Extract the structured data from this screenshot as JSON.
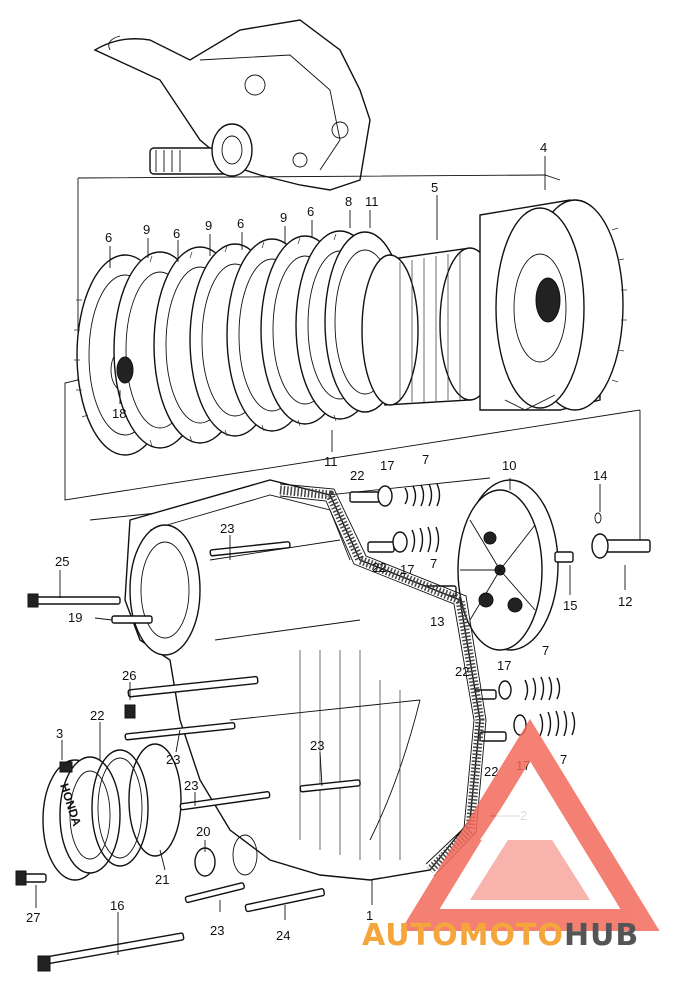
{
  "diagram": {
    "callouts": [
      "1",
      "2",
      "3",
      "4",
      "5",
      "6",
      "7",
      "8",
      "9",
      "10",
      "11",
      "12",
      "13",
      "14",
      "15",
      "16",
      "17",
      "18",
      "19",
      "20",
      "21",
      "22",
      "23",
      "24",
      "25",
      "26",
      "27"
    ],
    "cover_text": "HONDA"
  },
  "watermark": {
    "part1": "AUTOMOTO",
    "part2": "HUB",
    "triangle_color": "#f26b5b",
    "text_color_primary": "#f4a63c",
    "text_color_secondary": "#555555"
  }
}
